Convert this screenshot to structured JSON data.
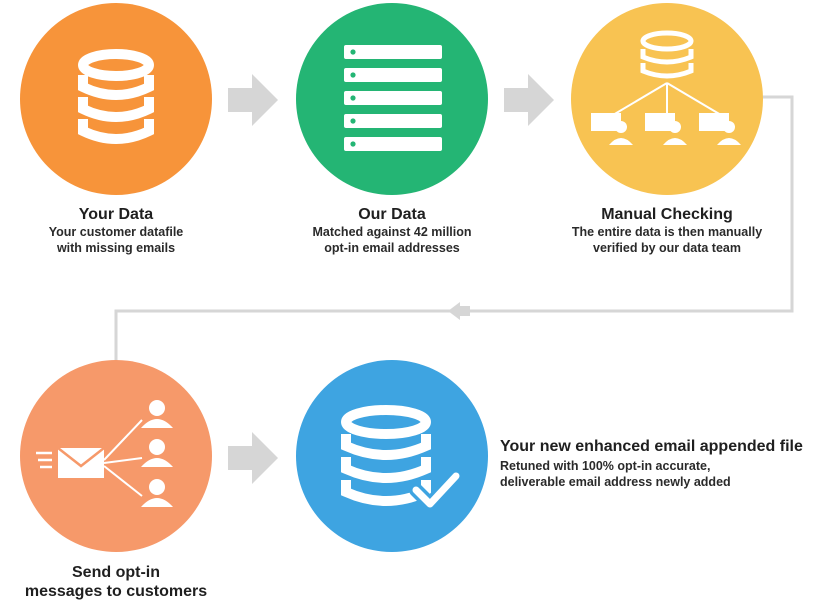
{
  "colors": {
    "step1": "#f7943a",
    "step2": "#24b574",
    "step3": "#f8c352",
    "step4": "#f6996a",
    "step5": "#3ea4e1",
    "arrow": "#d6d6d6",
    "connector": "#d6d6d6"
  },
  "steps": [
    {
      "title": "Your Data",
      "line1": "Your customer datafile",
      "line2": "with missing emails",
      "icon": "database-icon"
    },
    {
      "title": "Our Data",
      "line1": "Matched against 42 million",
      "line2": "opt-in email addresses",
      "icon": "server-list-icon"
    },
    {
      "title": "Manual Checking",
      "line1": "The entire data is then manually",
      "line2": "verified by our data team",
      "icon": "network-team-icon"
    },
    {
      "title_line1": "Send opt-in",
      "title_line2": "messages to customers",
      "icon": "email-broadcast-icon"
    },
    {
      "title": "Your new enhanced email appended file",
      "line1": "Retuned with 100% opt-in accurate,",
      "line2": "deliverable email address newly added",
      "icon": "database-check-icon"
    }
  ]
}
